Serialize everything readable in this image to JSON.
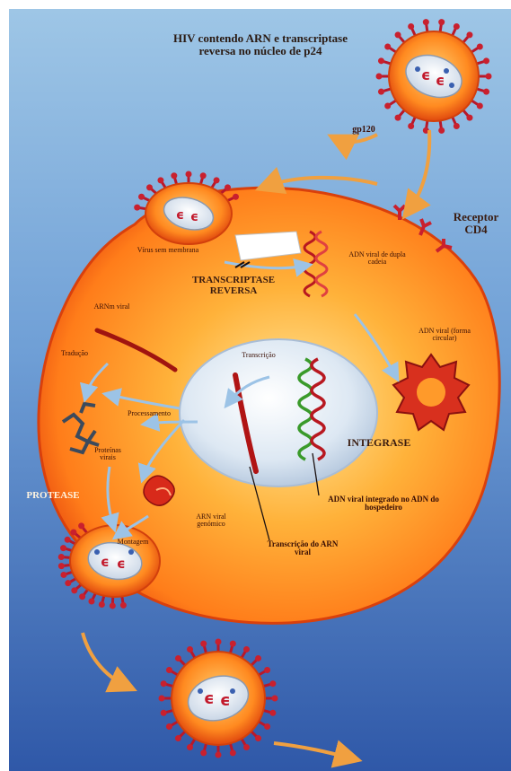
{
  "labels": {
    "virus_top": "HIV contendo ARN e transcriptase reversa no núcleo de p24",
    "gp120": "gp120",
    "receptor": "Receptor CD4",
    "virus_sem_membrana": "Vírus sem membrana",
    "transcriptase": "TRANSCRIPTASE REVERSA",
    "adn_dupla": "ADN viral de dupla cadeia",
    "arnm": "ARNm viral",
    "adn_circular": "ADN viral (forma circular)",
    "traducao": "Tradução",
    "transcricao": "Transcrição",
    "processamento": "Processamento",
    "integrase": "INTEGRASE",
    "proteinas": "Proteínas virais",
    "protease": "PROTEASE",
    "arn_genomico": "ARN viral genómico",
    "montagem": "Montagem",
    "adn_integrado": "ADN viral integrado no ADN do hospedeiro",
    "transcricao_arn": "Transcrição do ARN viral"
  },
  "colors": {
    "background_top": "#9ec6e6",
    "background_bottom": "#2f58a8",
    "cell": "#ff8a1c",
    "cell_edge": "#e8460c",
    "nucleus": "#e6eef7",
    "virus_spike": "#b8182a",
    "arrow": "#f0a040"
  }
}
